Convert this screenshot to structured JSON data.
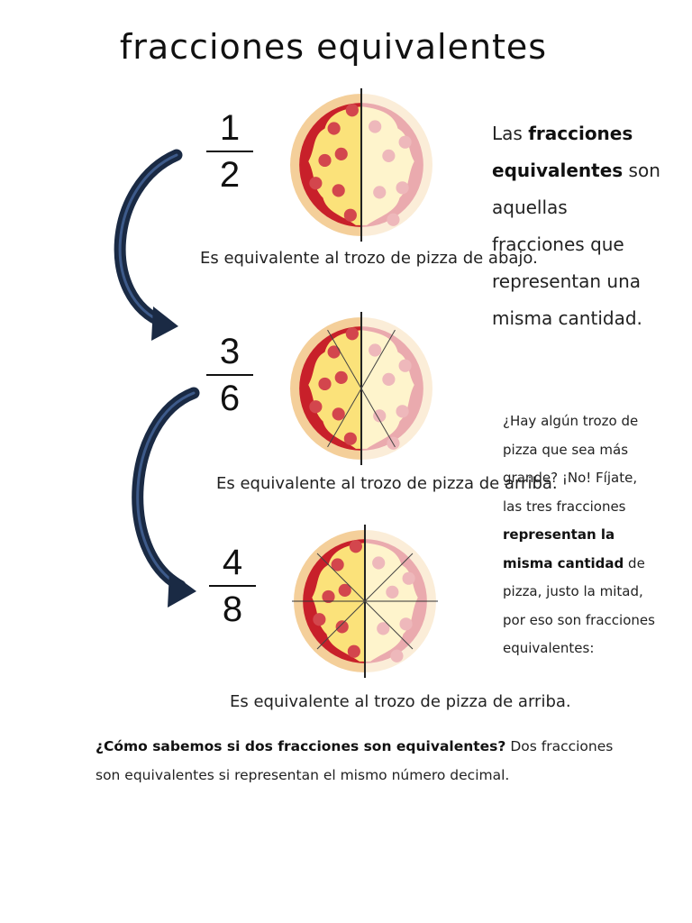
{
  "title": "fracciones equivalentes",
  "fractions": [
    {
      "numerator": "1",
      "denominator": "2",
      "caption": "Es equivalente al trozo de pizza de abajo."
    },
    {
      "numerator": "3",
      "denominator": "6",
      "caption": "Es equivalente al trozo de pizza de arriba."
    },
    {
      "numerator": "4",
      "denominator": "8",
      "caption": "Es equivalente al trozo de pizza de arriba."
    }
  ],
  "definition": {
    "prefix": "Las ",
    "bold": "fracciones equivalentes",
    "suffix": " son aquellas fracciones que representan una misma cantidad."
  },
  "note": {
    "part1": "¿Hay algún trozo de pizza que sea más grande? ¡No! Fíjate, las tres fracciones ",
    "bold": "representan la misma cantidad",
    "part2": " de pizza, justo la mitad, por eso son fracciones equivalentes:"
  },
  "question": {
    "bold": "¿Cómo sabemos si dos fracciones son equivalentes?",
    "rest": " Dos fracciones son equivalentes si representan el mismo número decimal."
  },
  "colors": {
    "crust": "#f4cf9a",
    "sauce": "#c8202a",
    "cheese": "#fbe27a",
    "pepperoni": "#d3464d",
    "faded_overlay": "#ffffff",
    "arrow": "#1a2a44"
  }
}
